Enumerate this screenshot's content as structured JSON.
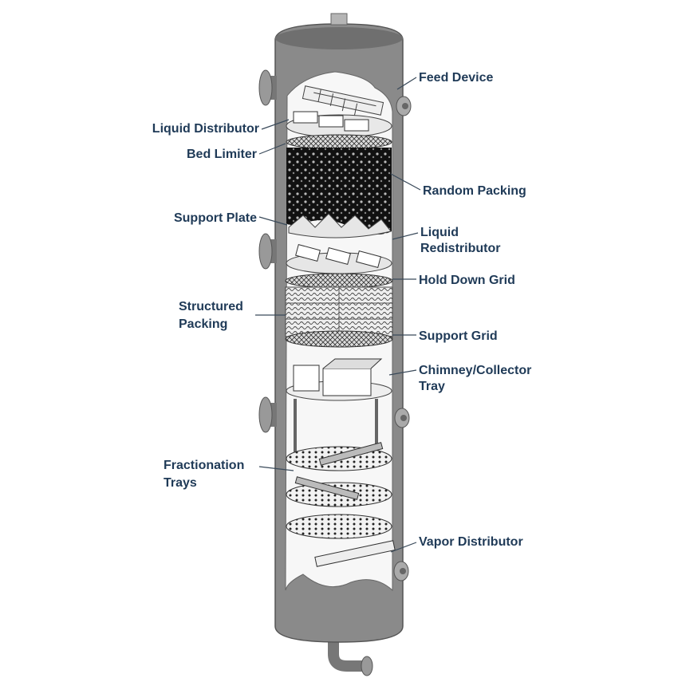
{
  "title": "Distillation column internals",
  "labels": {
    "feed_device": "Feed Device",
    "liquid_distributor": "Liquid Distributor",
    "bed_limiter": "Bed Limiter",
    "random_packing": "Random Packing",
    "support_plate": "Support Plate",
    "liquid_redistributor": [
      "Liquid",
      "Redistributor"
    ],
    "hold_down_grid": "Hold Down Grid",
    "structured_packing": [
      "Structured",
      "Packing"
    ],
    "support_grid": "Support Grid",
    "chimney_collector_tray": [
      "Chimney/Collector",
      "Tray"
    ],
    "fractionation_trays": [
      "Fractionation",
      "Trays"
    ],
    "vapor_distributor": "Vapor Distributor"
  },
  "colors": {
    "shell": "#8a8a8a",
    "shell_dark": "#6f6f6f",
    "label": "#1f3a57"
  }
}
